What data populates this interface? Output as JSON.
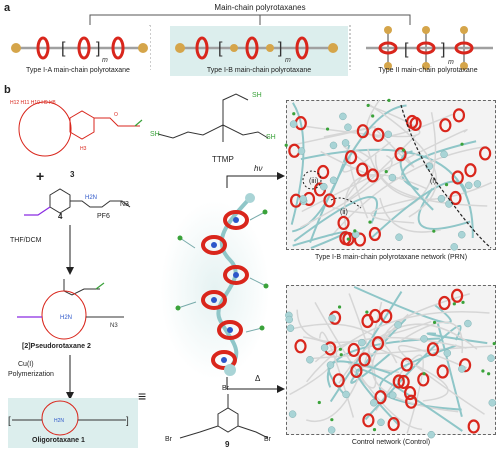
{
  "panel_a": {
    "letter": "a",
    "header": "Main-chain polyrotaxanes",
    "type_ia_label": "Type I-A main-chain polyrotaxane",
    "type_ib_label": "Type I-B main-chain polyrotaxane",
    "type_ii_label": "Type II main-chain polyrotaxane",
    "subscript_m": "m"
  },
  "panel_b": {
    "letter": "b",
    "compound3_number": "3",
    "compound4_number": "4",
    "plus": "+",
    "pf6": "PF6",
    "n3": "N3",
    "step1": "THF/DCM",
    "pseudorotaxane_label": "[2]Pseudorotaxane 2",
    "step2_line1": "Cu(I)",
    "step2_line2": "Polymerization",
    "oligorotaxane_label": "Oligorotaxane 1",
    "ttmp_label": "TTMP",
    "sh": "SH",
    "hv": "hν",
    "delta": "Δ",
    "compound9_number": "9",
    "br": "Br",
    "equiv": "≡",
    "prn_caption": "Type I-B main-chain polyrotaxane network (PRN)",
    "control_caption": "Control network (Control)",
    "marker_i": "(i)",
    "marker_ii": "(ii)",
    "marker_iii": "(iii)"
  },
  "colors": {
    "ring_red": "#d9261c",
    "bead_gold": "#d5a54a",
    "chain_gray": "#9a9a9a",
    "teal_bead": "#a9d4d6",
    "highlight_bg": "#dceeed",
    "green_alkene": "#3aa23a",
    "purple_alkyne": "#8a2be2",
    "blue_n": "#2c56c9"
  }
}
